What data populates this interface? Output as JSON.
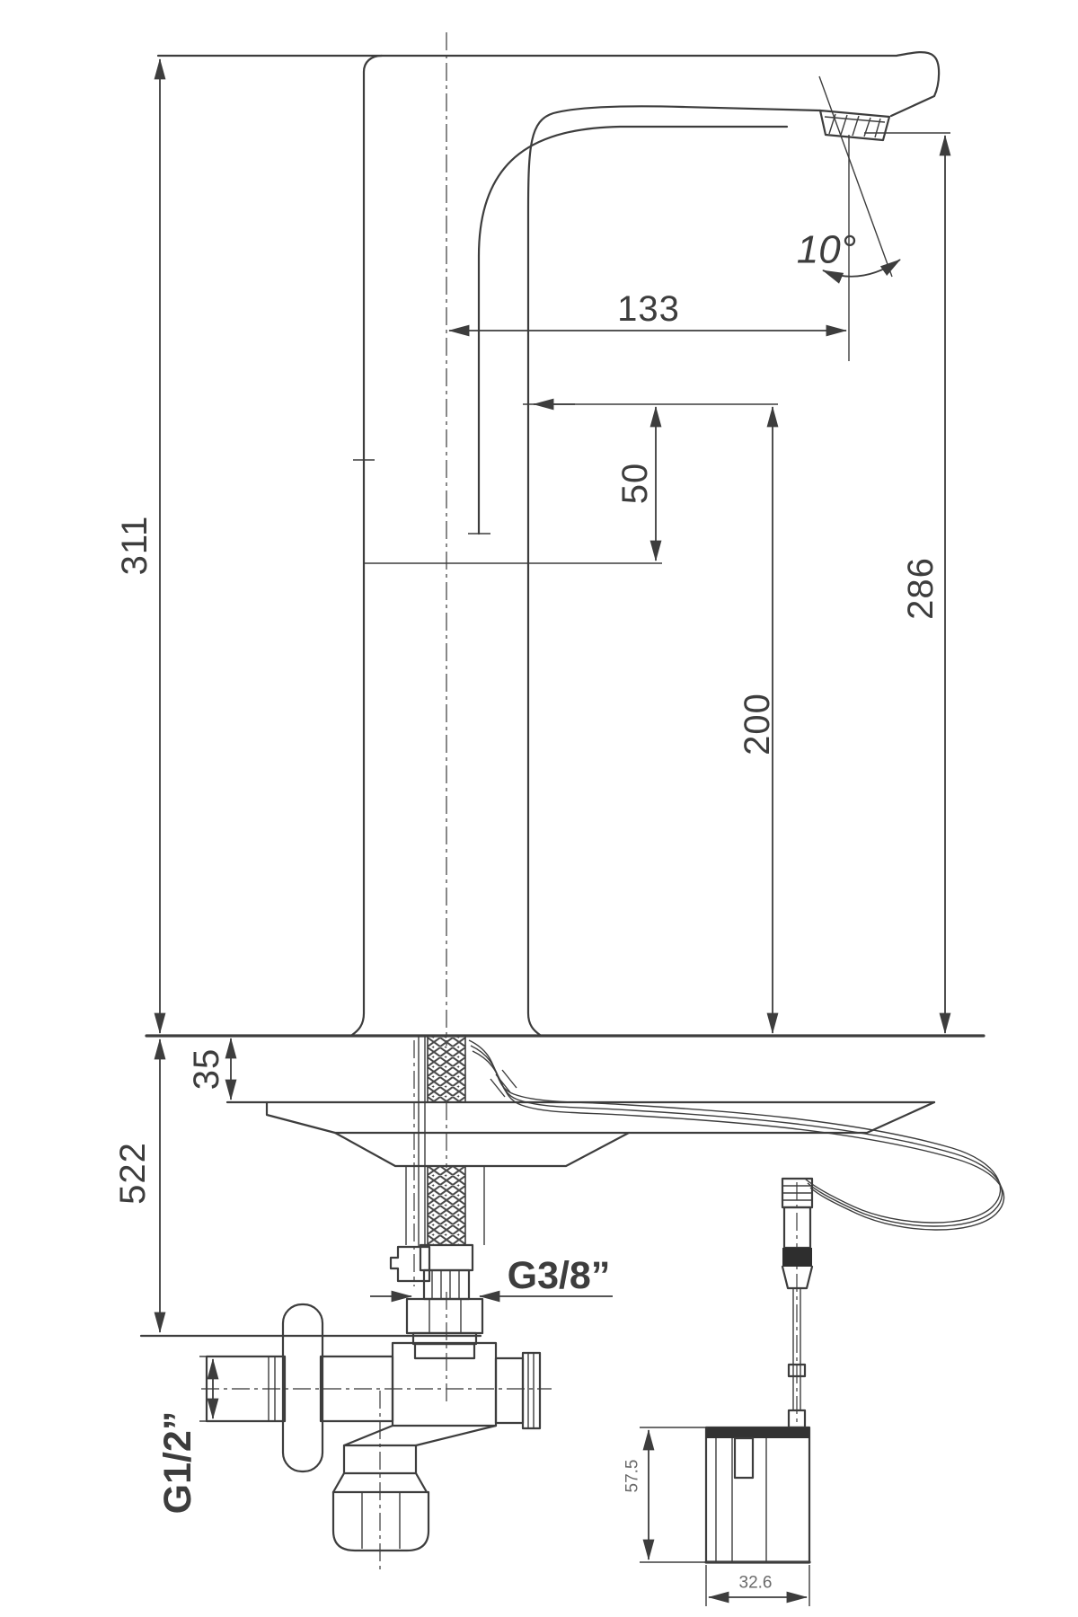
{
  "colors": {
    "ink": "#3d3d3d",
    "paper": "#ffffff",
    "dark_fill": "#2e2e2e"
  },
  "labels": {
    "total_height": "311",
    "below_deck": "522",
    "deck_thickness": "35",
    "spout_reach": "133",
    "spout_offset": "50",
    "body_height": "200",
    "outlet_height": "286",
    "spray_angle": "10°",
    "hose_thread": "G3/8”",
    "supply_thread": "G1/2”",
    "box_height": "57.5",
    "box_width": "32.6"
  }
}
